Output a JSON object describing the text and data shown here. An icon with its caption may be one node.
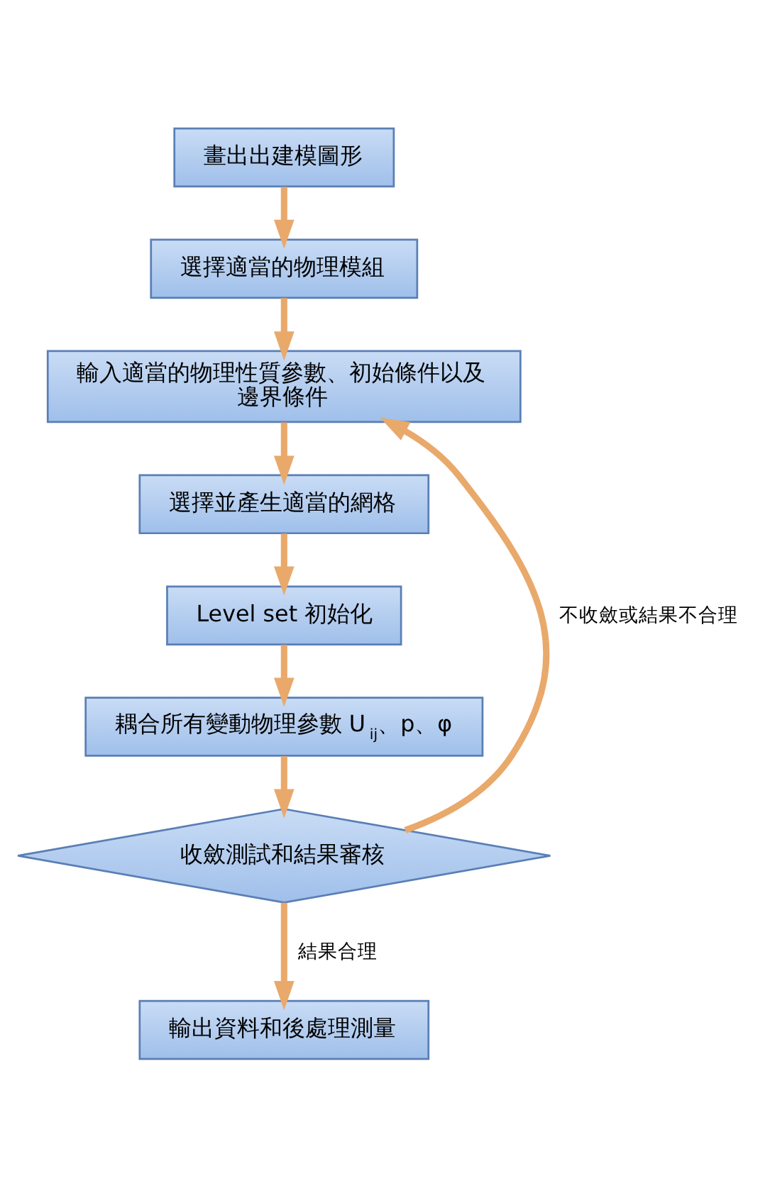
{
  "diagram": {
    "nodes": [
      {
        "text": [
          "畫出出建模圖形"
        ]
      },
      {
        "text": [
          "選擇適當的物理模組"
        ]
      },
      {
        "text": [
          "輸入適當的物理性質參數、初始條件以及邊界條件"
        ]
      },
      {
        "text": [
          "選擇並產生適當的網格"
        ]
      },
      {
        "text": [
          "Level set 初始化"
        ]
      },
      {
        "text": [
          "耦合所有變動物理參數 U$_{ij}$、p、φ"
        ]
      },
      {
        "text": [
          "收斂測試和結果審核"
        ]
      },
      {
        "text": [
          "輸出資料和後處理測量"
        ]
      }
    ],
    "edges": [
      {
        "from": 0,
        "to": 1,
        "arrow": "to"
      },
      {
        "from": 1,
        "to": 2,
        "arrow": "to"
      },
      {
        "from": 2,
        "to": 3,
        "arrow": "to"
      },
      {
        "from": 3,
        "to": 4,
        "arrow": "to"
      },
      {
        "from": 4,
        "to": 5,
        "arrow": "to"
      },
      {
        "from": 5,
        "to": 6,
        "arrow": "to"
      },
      {
        "from": 6,
        "to": 2,
        "arrow": "to",
        "label": "不收斂或結果不合理"
      },
      {
        "from": 6,
        "to": 7,
        "arrow": "to",
        "label": "結果合理"
      }
    ]
  }
}
